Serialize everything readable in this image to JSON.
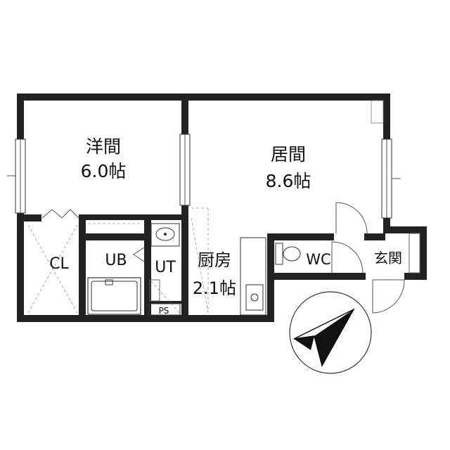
{
  "rooms": {
    "western": {
      "name": "洋間",
      "size": "6.0帖"
    },
    "living": {
      "name": "居間",
      "size": "8.6帖"
    },
    "closet": {
      "name": "CL"
    },
    "bath": {
      "name": "UB"
    },
    "utility": {
      "name": "UT"
    },
    "kitchen": {
      "name": "厨房",
      "size": "2.1帖"
    },
    "toilet": {
      "name": "WC"
    },
    "entrance": {
      "name": "玄関"
    },
    "pipe_space": {
      "name": "PS"
    }
  },
  "colors": {
    "wall": "#222222",
    "line": "#555555",
    "compass": "#111111"
  },
  "icons": {
    "compass": "north-arrow-icon"
  }
}
